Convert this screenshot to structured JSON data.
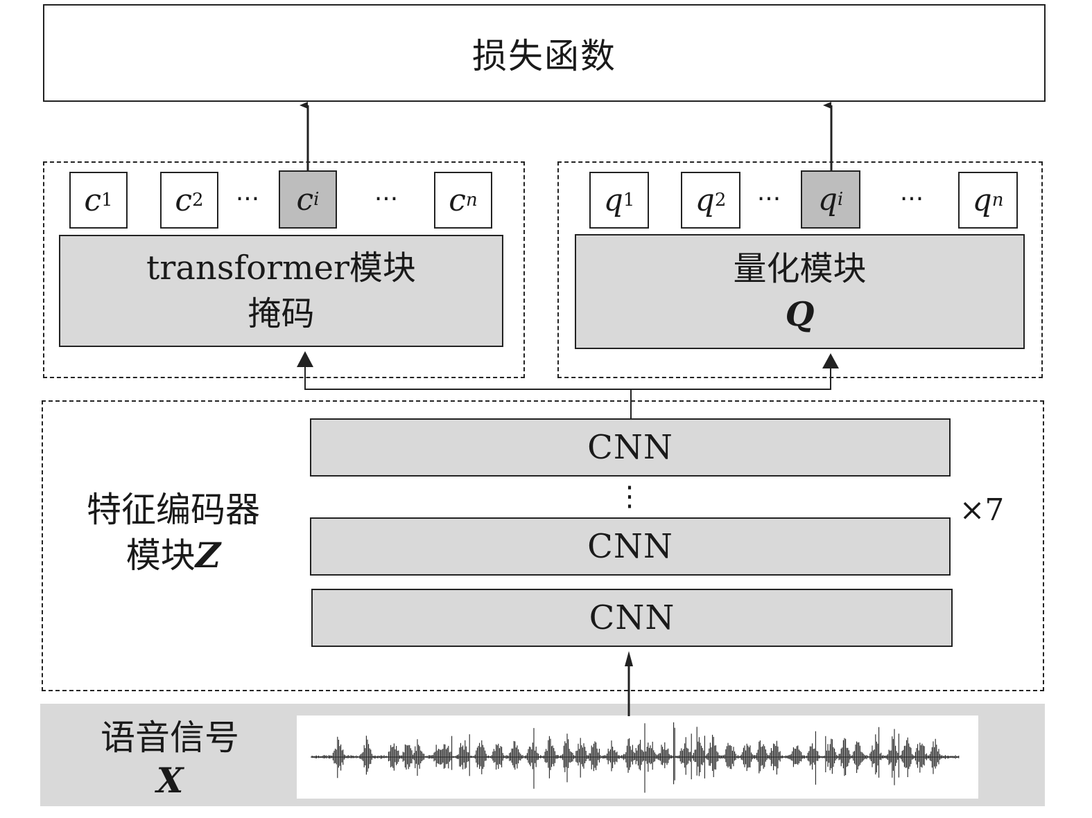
{
  "loss": {
    "label": "损失函数"
  },
  "context": {
    "tokens": [
      {
        "base": "c",
        "sub": "1",
        "sub_italic": false,
        "highlight": false
      },
      {
        "base": "c",
        "sub": "2",
        "sub_italic": false,
        "highlight": false
      },
      {
        "base": "c",
        "sub": "i",
        "sub_italic": true,
        "highlight": true
      },
      {
        "base": "c",
        "sub": "n",
        "sub_italic": true,
        "highlight": false
      }
    ],
    "ellipsis": "···",
    "module_line1": "transformer模块",
    "module_line2": "掩码"
  },
  "quantized": {
    "tokens": [
      {
        "base": "q",
        "sub": "1",
        "sub_italic": false,
        "highlight": false
      },
      {
        "base": "q",
        "sub": "2",
        "sub_italic": false,
        "highlight": false
      },
      {
        "base": "q",
        "sub": "i",
        "sub_italic": true,
        "highlight": true
      },
      {
        "base": "q",
        "sub": "n",
        "sub_italic": true,
        "highlight": false
      }
    ],
    "ellipsis": "···",
    "module_line1": "量化模块",
    "module_line2": "Q"
  },
  "encoder": {
    "label_line1": "特征编码器",
    "label_line2_text": "模块",
    "label_line2_symbol": "Z",
    "cnn_label": "CNN",
    "vdots": "⋮",
    "repeat": "×7"
  },
  "input": {
    "label_line1": "语音信号",
    "label_line2": "X"
  },
  "colors": {
    "stroke": "#222222",
    "module_fill": "#d9d9d9",
    "highlight_fill": "#bdbdbd",
    "input_band": "#d9d9d9"
  }
}
